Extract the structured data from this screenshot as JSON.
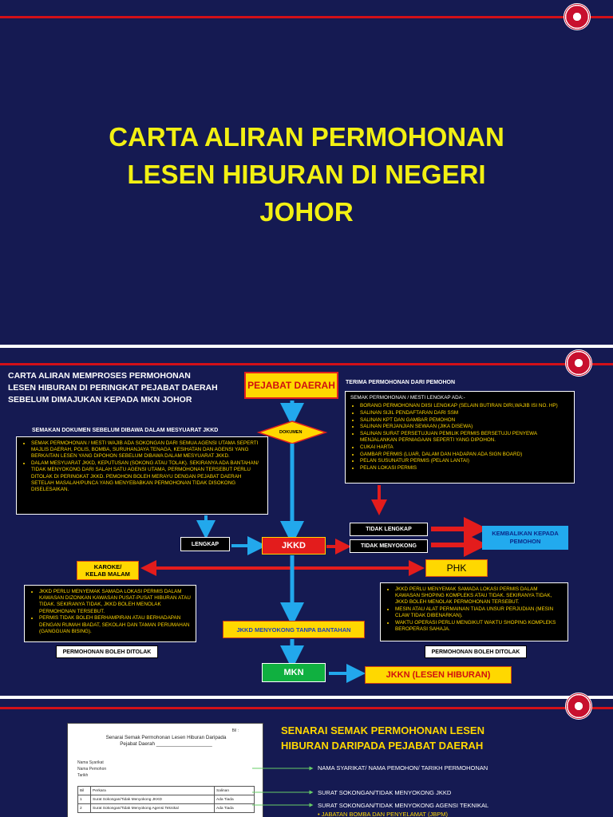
{
  "slide1": {
    "title_lines": [
      "CARTA ALIRAN PERMOHONAN",
      "LESEN HIBURAN DI NEGERI",
      "JOHOR"
    ]
  },
  "slide2": {
    "heading_lines": [
      "CARTA ALIRAN MEMPROSES PERMOHONAN",
      "LESEN HIBURAN DI PERINGKAT PEJABAT DAERAH",
      "SEBELUM DIMAJUKAN KEPADA MKN JOHOR"
    ],
    "pejabat_daerah": "PEJABAT DAERAH",
    "terima_label": "TERIMA PERMOHONAN DARI PEMOHON",
    "dokumen": "DOKUMEN",
    "semak_title": "SEMAK PERMOHONAN / MESTI LENGKAP ADA:-",
    "semak_items": [
      "BORANG PERMOHONAN DIISI LENGKAP (SELAIN BUTIRAN DIRI,WAJIB ISI NO. HP)",
      "SALINAN SIJIL PENDAFTARAN DARI SSM",
      "SALINAN KPT DAN GAMBAR PEMOHON",
      "SALINAN PERJANJIAN SEWAAN (JIKA DISEWA)",
      "SALINAN SURAT PERSETUJUAN PEMILIK PERMIS BERSETUJU PENYEWA MENJALANKAN PERNIAGAAN SEPERTI YANG DIPOHON.",
      "CUKAI HARTA",
      "GAMBAR PERMIS (LUAR, DALAM DAN HADAPAN ADA SIGN BOARD)",
      "PELAN SUSUNATUR PERMIS (PELAN LANTAI)",
      "PELAN LOKASI PERMIS"
    ],
    "semakan_label": "SEMAKAN DOKUMEN SEBELUM DIBAWA DALAM MESYUARAT JKKD",
    "semakan_items": [
      "SEMAK PERMOHONAN / MESTI WAJIB ADA SOKONGAN DARI SEMUA AGENSI UTAMA SEPERTI MAJLIS DAERAH, POLIS, BOMBA, SURUHANJAYA TENAGA, KESIHATAN DAN AGENSI YANG BERKAITAN LESEN YANG DIPOHON SEBELUM DIBAWA DALAM MESYUARAT JKKD.",
      "DALAM MESYUARAT JKKD, KEPUTUSAN (SOKONG ATAU TOLAK). SEKIRANYA ADA BANTAHAN/ TIDAK MENYOKONG DARI SALAH SATU AGENSI UTAMA, PERMOHONAN TERSEBUT PERLU DITOLAK DI PERINGKAT JKKD. PEMOHON BOLEH MERAYU DENGAN PEJABAT DAERAH SETELAH MASALAH/PUNCA YANG MENYEBABKAN PERMOHONAN TIDAK DISOKONG DISELESAIKAN."
    ],
    "lengkap": "LENGKAP",
    "jkkd": "JKKD",
    "tidak_lengkap": "TIDAK LENGKAP",
    "tidak_menyokong": "TIDAK MENYOKONG",
    "kembalikan_lines": [
      "KEMBALIKAN KEPADA",
      "PEMOHON"
    ],
    "karoke_lines": [
      "KAROKE/",
      "KELAB MALAM"
    ],
    "phk": "PHK",
    "karoke_items": [
      "JKKD PERLU MENYEMAK SAMADA LOKASI PERMIS DALAM KAWASAN DIZONKAN KAWASAN PUSAT-PUSAT HIBURAN ATAU TIDAK. SEKIRANYA TIDAK, JKKD BOLEH MENOLAK PERMOHONAN TERSEBUT.",
      "PERMIS TIDAK BOLEH BERHAMPIRAN ATAU BERHADAPAN DENGAN RUMAH IBADAT, SEKOLAH DAN TAMAN PERUMAHAN (GANGGUAN BISING)."
    ],
    "phk_items": [
      "JKKD PERLU MENYEMAK SAMADA LOKASI PERMIS DALAM KAWASAN SHOPING KOMPLEKS ATAU TIDAK. SEKIRANYA TIDAK, JKKD BOLEH MENOLAK PERMOHONAN TERSEBUT.",
      "MESIN ATAU ALAT PERMAINAN TIADA UNSUR PERJUDIAN (MESIN CLAW TIDAK DIBENARKAN).",
      "WAKTU OPERASI PERLU MENGIKUT WAKTU SHOPING KOMPLEKS BEROPERASI SAHAJA."
    ],
    "jkkd_menyokong": "JKKD MENYOKONG TANPA BANTAHAN",
    "ditolak_left": "PERMOHONAN BOLEH DITOLAK",
    "ditolak_right": "PERMOHONAN BOLEH DITOLAK",
    "mkn": "MKN",
    "jkkn": "JKKN (LESEN HIBURAN)"
  },
  "slide3": {
    "title_lines": [
      "SENARAI SEMAK PERMOHONAN LESEN",
      "HIBURAN DARIPADA PEJABAT DAERAH"
    ],
    "doc_title_lines": [
      "Senarai Semak Permohonan Lesen Hiburan Daripada",
      "Pejabat Daerah ____________________"
    ],
    "doc_fields": [
      "Nama Syarikat",
      "Nama Pemohon",
      "Tarikh"
    ],
    "doc_headers": [
      "Bil",
      "Perkara",
      "Salinan"
    ],
    "doc_rows": [
      {
        "no": "1",
        "item": "Surat Sokongan/Tidak Menyokong JKKD"
      },
      {
        "no": "2",
        "item": "Surat Sokongan/Tidak Menyokong Agensi Teknikal"
      }
    ],
    "doc_ada": "Ada",
    "doc_tiada": "Tiada",
    "labels": [
      "NAMA SYARIKAT/ NAMA PEMOHON/ TARIKH PERMOHONAN",
      "SURAT SOKONGAN/TIDAK MENYOKONG JKKD",
      "SURAT SOKONGAN/TIDAK MENYOKONG AGENSI TEKNIKAL"
    ],
    "bullet": "JABATAN BOMBA DAN PENYELAMAT (JBPM)"
  }
}
